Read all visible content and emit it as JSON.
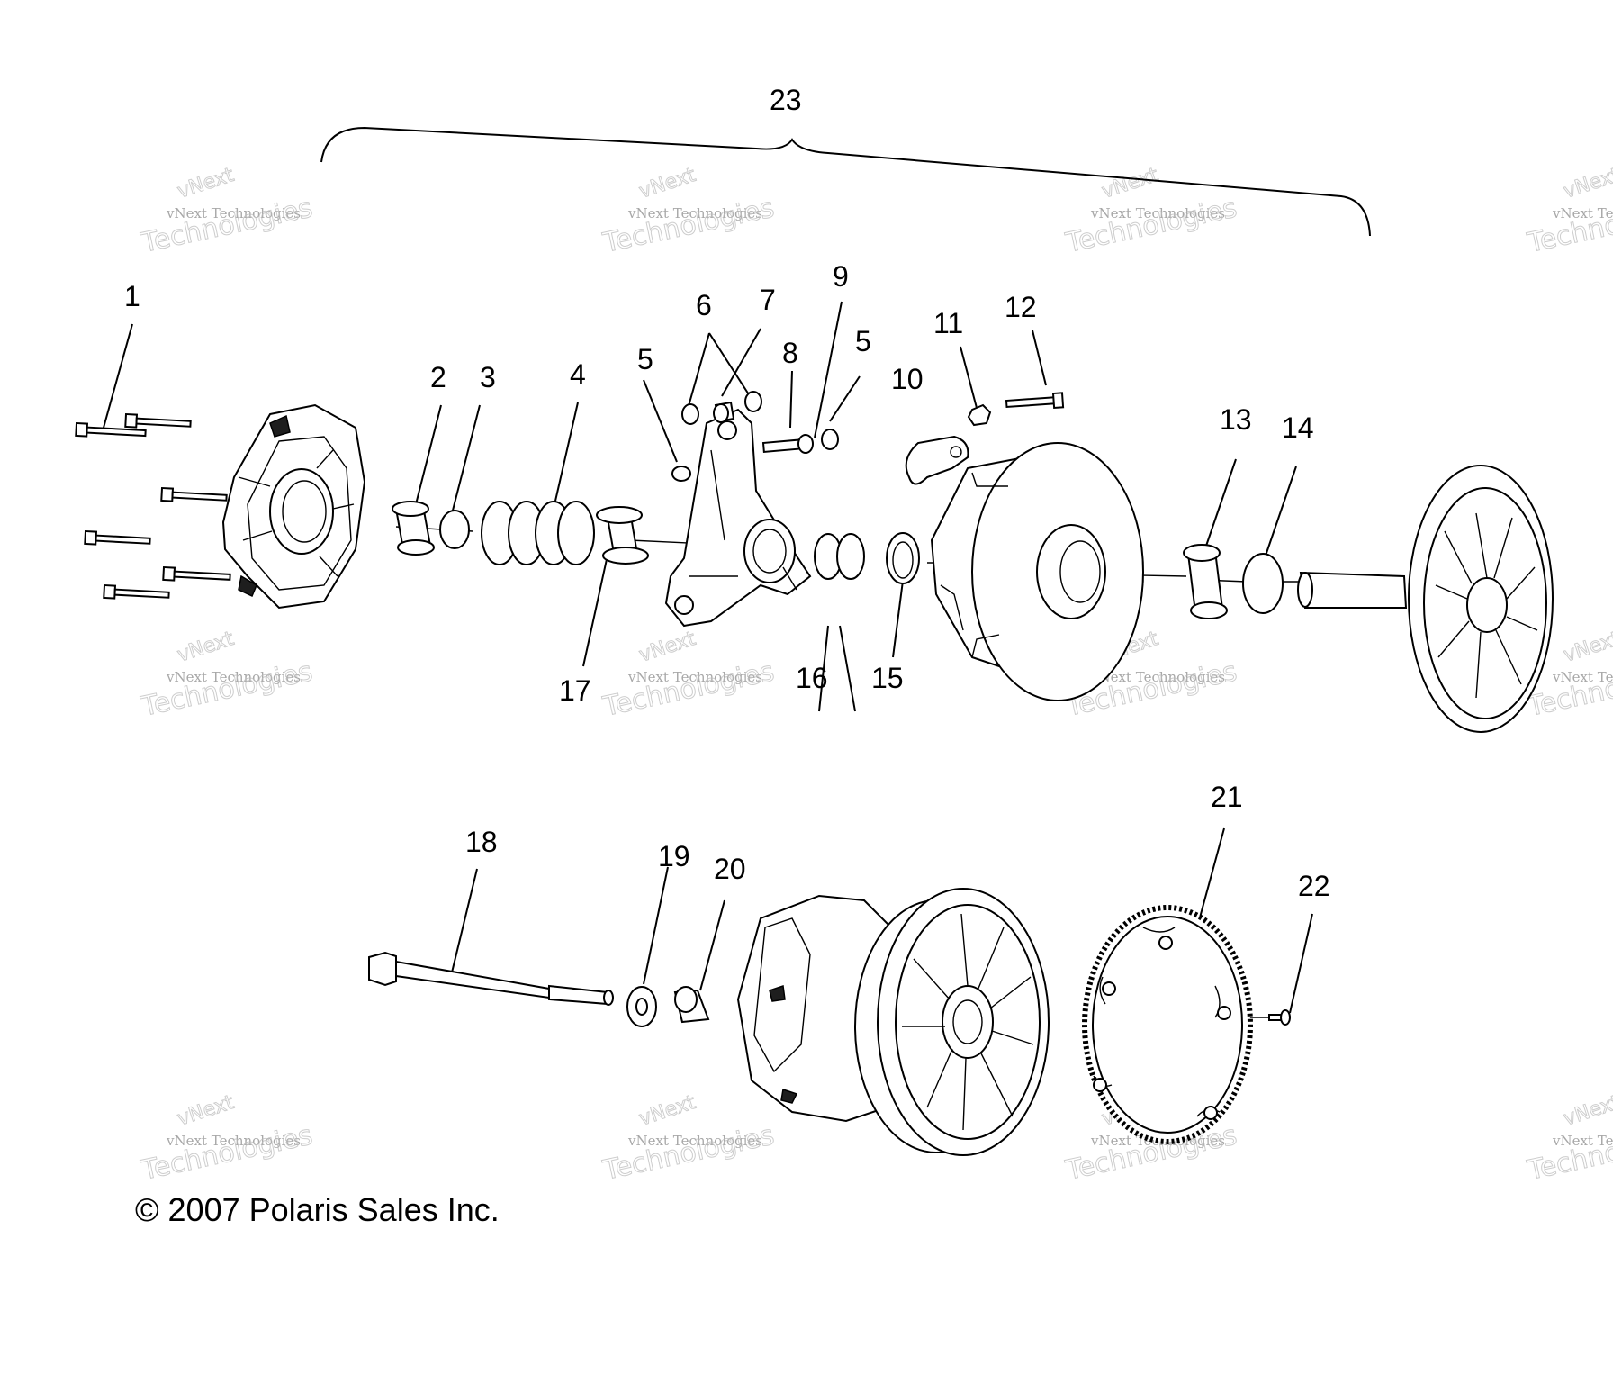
{
  "copyright": "© 2007 Polaris Sales Inc.",
  "watermark": {
    "line1": "vNext",
    "line2": "vNext Technologies",
    "line3": "Technologies"
  },
  "callouts": {
    "n1": "1",
    "n2": "2",
    "n3": "3",
    "n4": "4",
    "n5a": "5",
    "n5b": "5",
    "n6": "6",
    "n7": "7",
    "n8": "8",
    "n9": "9",
    "n10": "10",
    "n11": "11",
    "n12": "12",
    "n13": "13",
    "n14": "14",
    "n15": "15",
    "n16": "16",
    "n17": "17",
    "n18": "18",
    "n19": "19",
    "n20": "20",
    "n21": "21",
    "n22": "22",
    "n23": "23"
  }
}
